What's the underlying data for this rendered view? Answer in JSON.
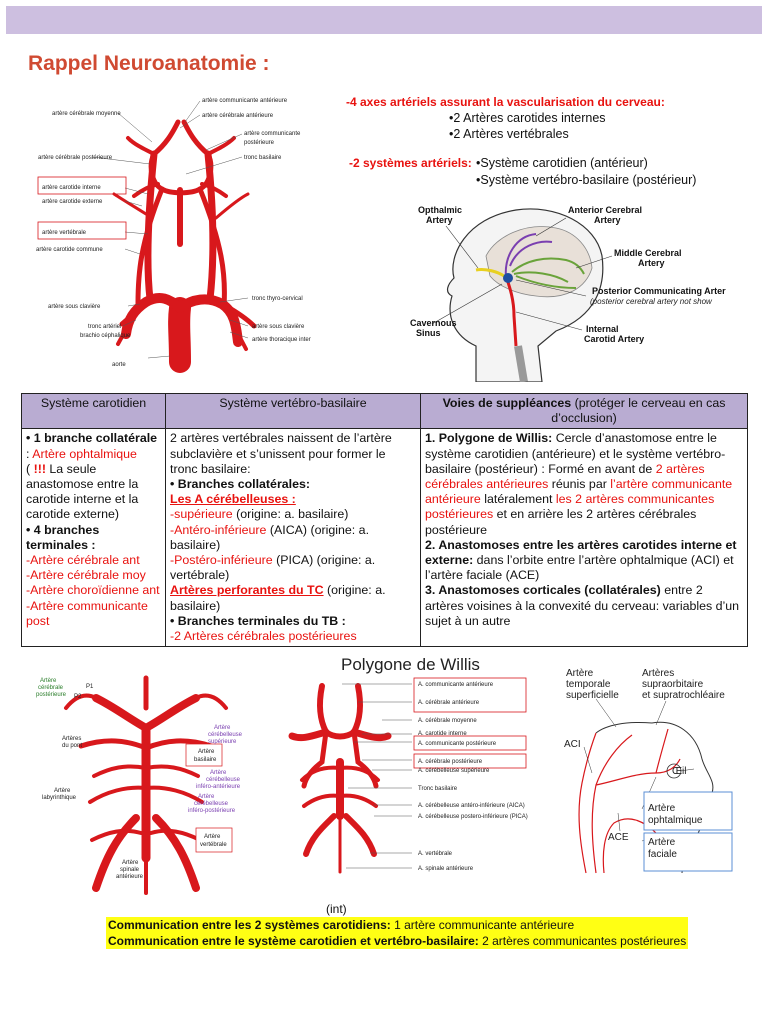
{
  "title": "Rappel Neuroanatomie :",
  "intro": {
    "axes_heading": "-4 axes artériels assurant la vascularisation du cerveau:",
    "axes_items": [
      "•2 Artères carotides internes",
      "•2 Artères vertébrales"
    ],
    "systems_heading": "-2 systèmes artériels:",
    "systems_items": [
      "•Système carotidien (antérieur)",
      "•Système vertébro-basilaire (postérieur)"
    ]
  },
  "fig_left_labels": {
    "l1": "artère communicante antérieure",
    "l2": "artère cérébrale moyenne",
    "l3": "artère cérébrale antérieure",
    "l4": "artère communicante",
    "l4b": "postérieure",
    "l5": "artère cérébrale postérieure",
    "l6": "tronc basilaire",
    "l7": "artère carotide interne",
    "l8": "artère carotide externe",
    "l9": "artère vertébrale",
    "l10": "artère carotide commune",
    "l11": "artère sous clavière",
    "l12": "tronc thyro-cervical",
    "l13": "tronc artériel",
    "l13b": "brachio céphalique",
    "l14": "artère sous clavière",
    "l15": "artère thoracique inter",
    "l16": "aorte"
  },
  "fig_head_labels": {
    "h1": "Opthalmic",
    "h1b": "Artery",
    "h2": "Anterior Cerebral",
    "h2b": "Artery",
    "h3": "Middle Cerebral",
    "h3b": "Artery",
    "h4": "Posterior Communicating Arter",
    "h4b": "(posterior cerebral artery not show",
    "h5": "Cavernous",
    "h5b": "Sinus",
    "h6": "Internal",
    "h6b": "Carotid Artery"
  },
  "table": {
    "headers": {
      "col1": "Système carotidien",
      "col2": "Système vertébro-basilaire",
      "col3_bold": "Voies de suppléances",
      "col3_rest": " (protéger le cerveau en cas d’occlusion)"
    },
    "col1": {
      "b1": "• 1 branche collatérale",
      "b1_sep": ": ",
      "b1_red": "Artère ophtalmique",
      "b1_paren": "( ",
      "b1_excl": "!!!",
      "b1_text": " La seule anastomose entre la carotide interne et la carotide externe)",
      "b2": "• 4 branches terminales :",
      "t1": "-Artère cérébrale ant",
      "t2": "-Artère cérébrale moy",
      "t3": "-Artère choroïdienne ant",
      "t4": "-Artère communicante post"
    },
    "col2": {
      "p1": "2 artères vertébrales naissent de l’artère subclavière et s’unissent pour former le tronc basilaire:",
      "b1": "• Branches collatérales:",
      "s1": "Les A cérébelleuses :",
      "i1_red": "-supérieure",
      "i1": " (origine: a. basilaire)",
      "i2_red": "-Antéro-inférieure",
      "i2": " (AICA) (origine: a. basilaire)",
      "i3_red": "-Postéro-inférieure",
      "i3": " (PICA) (origine: a. vertébrale)",
      "s2": "Artères perforantes du TC",
      "s2_rest": " (origine: a. basilaire)",
      "b2": "• Branches terminales du TB :",
      "i4": "-2 Artères cérébrales postérieures"
    },
    "col3": {
      "h1": "1. Polygone de Willis:",
      "p1a": "  Cercle d’anastomose entre le système carotidien (antérieure) et le système vertébro-basilaire (postérieur) : Formé en avant de ",
      "p1b": "2 artères cérébrales antérieures",
      "p1c": " réunis par ",
      "p1d": "l’artère communicante antérieure",
      "p1e": "  latéralement  ",
      "p1f": "les 2 artères communicantes postérieures",
      "p1g": " et en arrière les 2 artères cérébrales postérieure",
      "h2": "2. Anastomoses entre les artères carotides interne et externe:",
      "p2": " dans l’orbite entre l’artère ophtalmique (ACI) et l’artère faciale (ACE)",
      "h3": "3. Anastomoses corticales (collatérales)",
      "p3": " entre 2 artères voisines à la convexité du cerveau: variables d’un sujet à un autre"
    }
  },
  "fig_base_labels": {
    "b1": "Artère",
    "b1b": "cérébrale",
    "b1c": "postérieure",
    "b2": "P1",
    "b3": "P2",
    "b4": "Artères",
    "b4b": "du pont",
    "b5": "Artère",
    "b5b": "basilaire",
    "b6": "Artère",
    "b6b": "cérébelleuse",
    "b6c": "supérieure",
    "b7": "Artère",
    "b7b": "cérébelleuse",
    "b7c": "inféro-antérieure",
    "b8": "Artère",
    "b8b": "labyrinthique",
    "b9": "Artère",
    "b9b": "cérébelleuse",
    "b9c": "inféro-postérieure",
    "b10": "Artère",
    "b10b": "vertébrale",
    "b11": "Artère",
    "b11b": "spinale",
    "b11c": "antérieure"
  },
  "willis": {
    "title": "Polygone de Willis",
    "labels": [
      "A. communicante antérieure",
      "A. cérébrale antérieure",
      "A. cérébrale moyenne",
      "A. carotide interne",
      "A. communicante postérieure",
      "A. cérébrale postérieure",
      "A. cérébelleuse supérieure",
      "Tronc basilaire",
      "A. cérébelleuse antéro-inférieure (AICA)",
      "A. cérébelleuse postero-inférieure (PICA)",
      "A. vertébrale",
      "A. spinale antérieure"
    ]
  },
  "fig_face_labels": {
    "f1": "Artère",
    "f1b": "temporale",
    "f1c": "superficielle",
    "f2": "Artères",
    "f2b": "supraorbitaire",
    "f2c": "et supratrochléaire",
    "f3": "ACI",
    "f4": "Œil",
    "f5": "ACE",
    "f6": "Artère",
    "f6b": "ophtalmique",
    "f7": "Artère",
    "f7b": "faciale"
  },
  "int_note": "(int)",
  "summary": {
    "line1_bold": "Communication entre les 2 systèmes carotidiens:",
    "line1_rest": " 1 artère communicante antérieure",
    "line2_bold": "Communication entre le système carotidien et vertébro-basilaire:",
    "line2_rest": " 2 artères communicantes postérieures"
  },
  "colors": {
    "artery": "#d8181c",
    "accent": "#d04a32",
    "banner": "#cdbfe0",
    "table_header": "#b9acd2",
    "highlight": "#ffff14"
  }
}
